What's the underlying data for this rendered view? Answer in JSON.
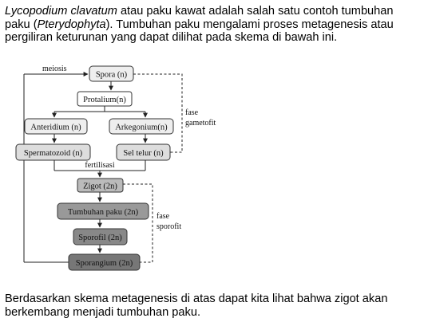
{
  "intro": {
    "italic1": "Lycopodium clavatum",
    "text1": " atau paku kawat adalah salah satu contoh tumbuhan paku (",
    "italic2": "Pterydophyta",
    "text2": "). Tumbuhan paku mengalami proses metagenesis atau pergiliran keturunan yang dapat dilihat pada skema di bawah ini."
  },
  "diagram": {
    "meiosis": "meiosis",
    "spora": "Spora (n)",
    "protalium": "Protalium(n)",
    "anteridium": "Anteridium (n)",
    "arkegonium": "Arkegonium(n)",
    "spermatozoid": "Spermatozoid (n)",
    "sel_telur": "Sel telur (n)",
    "fertilisasi": "fertilisasi",
    "zigot": "Zigot (2n)",
    "tumbuhan_paku": "Tumbuhan paku (2n)",
    "sporofil": "Sporofil (2n)",
    "sporangium": "Sporangium (2n)",
    "fase_gametofit": [
      "fase",
      "gametofit"
    ],
    "fase_sporofit": [
      "fase",
      "sporofit"
    ]
  },
  "outro": {
    "text": "Berdasarkan skema metagenesis di atas dapat kita lihat bahwa zigot akan berkembang menjadi tumbuhan paku."
  }
}
